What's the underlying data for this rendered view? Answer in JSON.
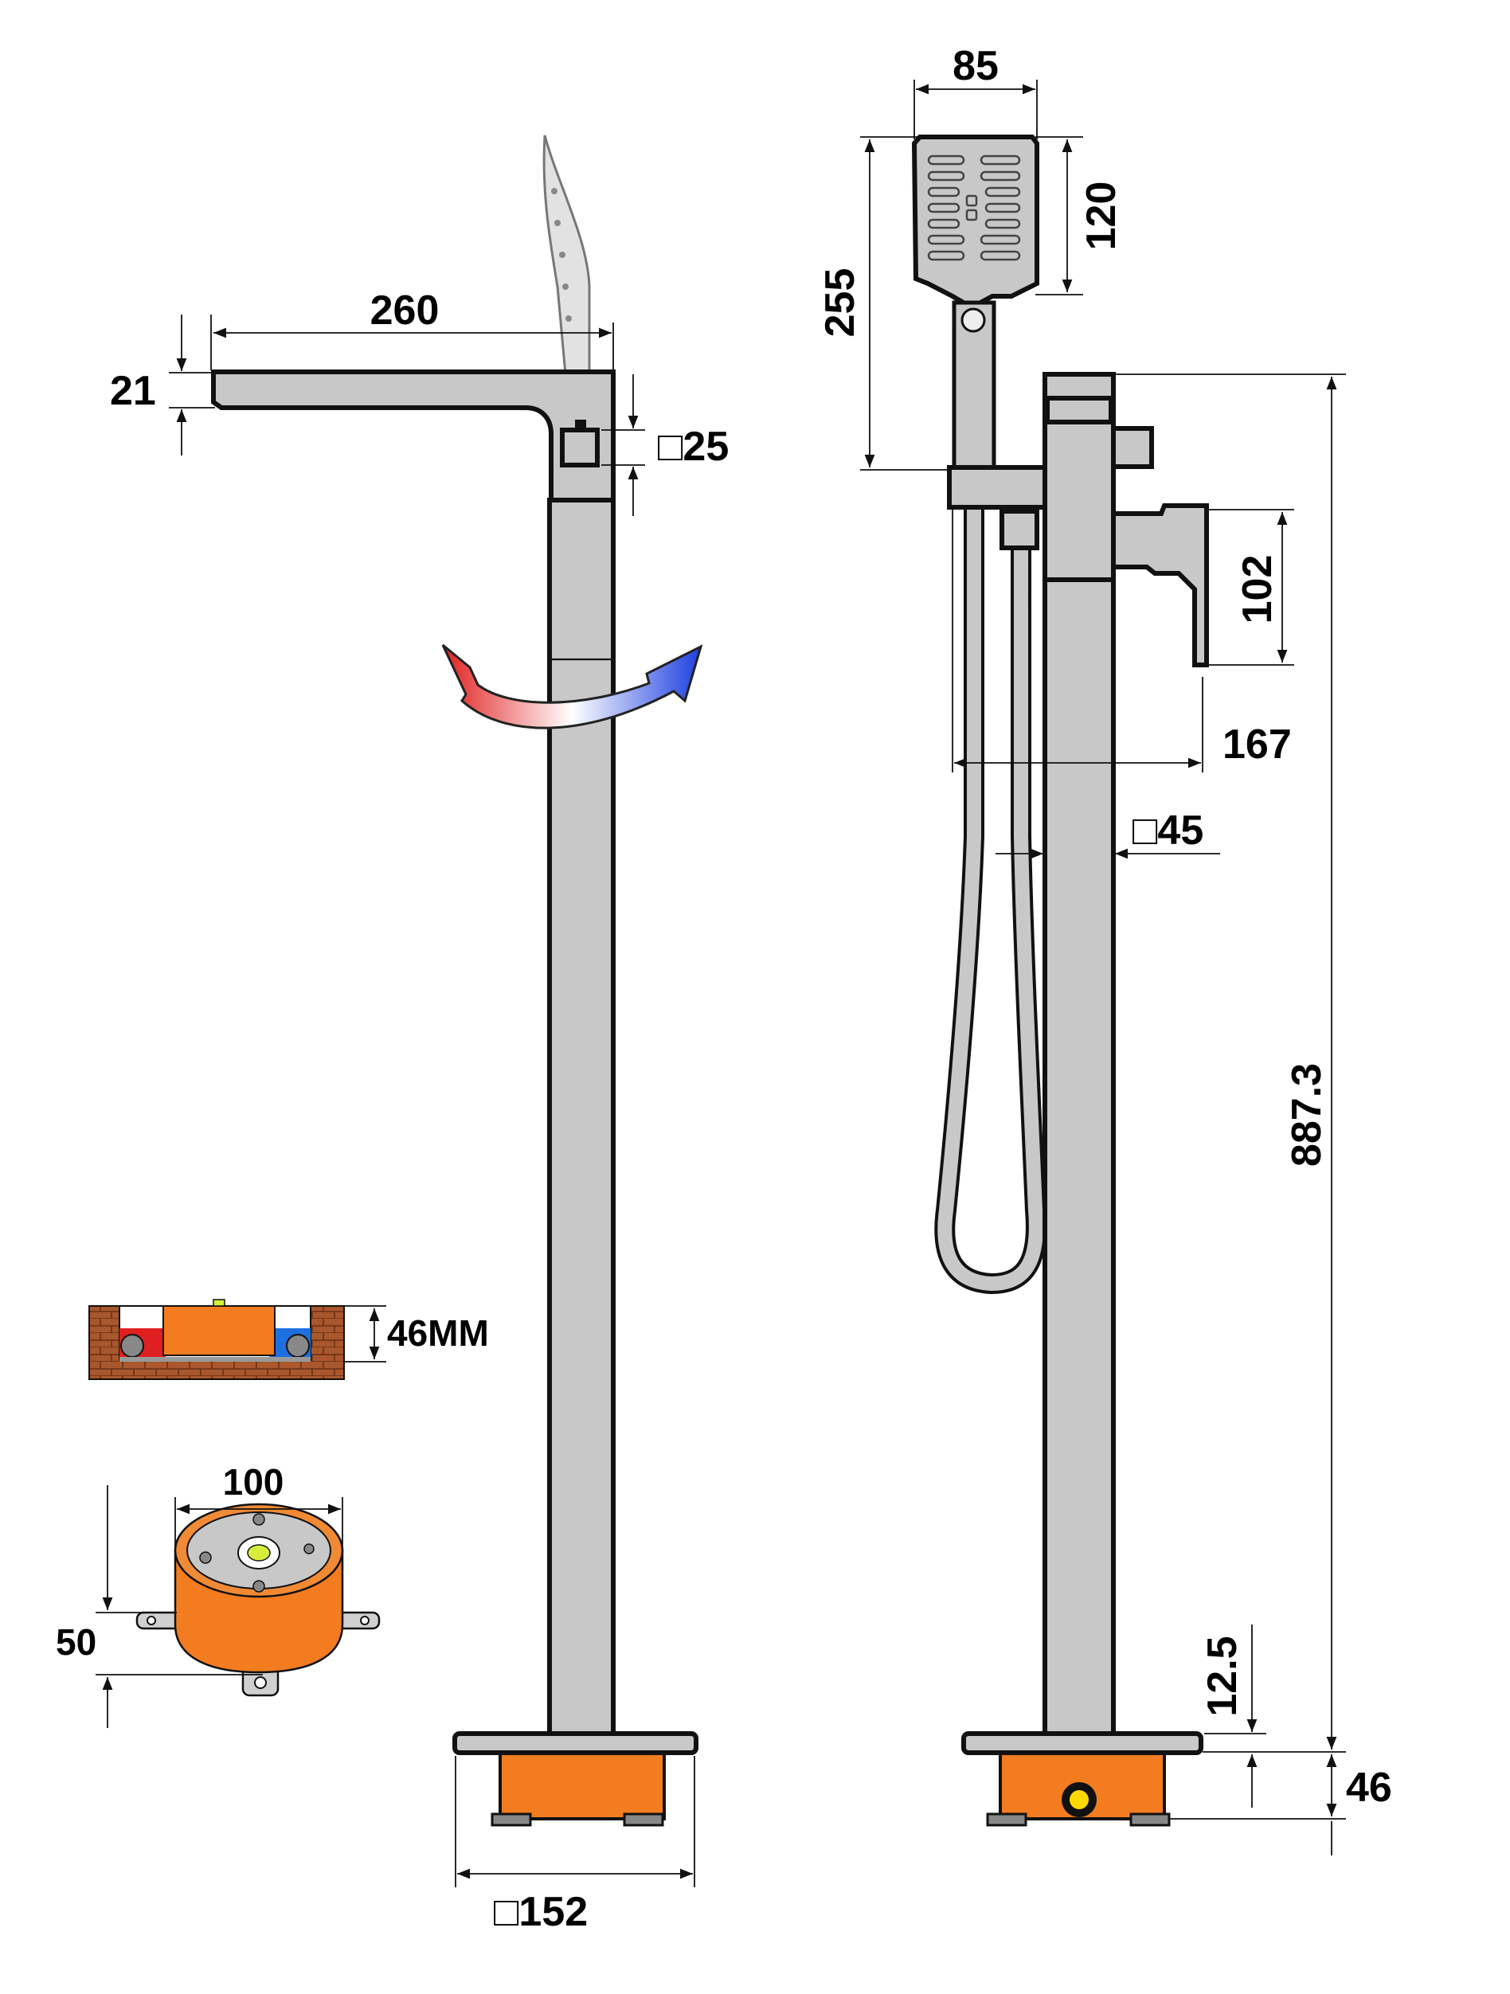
{
  "colors": {
    "body": "#c8c8c8",
    "outline": "#111111",
    "valve_body": "#f47c20",
    "hot": "#e02020",
    "cold": "#1e6fe0",
    "brick": "#a0522d",
    "level_bubble": "#d7ef3c"
  },
  "icons": {
    "hot_cold_arrow": "double-headed-arc-arrow",
    "square_symbol": "□"
  },
  "dimensions": {
    "spout_length": "260",
    "spout_thickness": "21",
    "lever_square": "□25",
    "handshower_width": "85",
    "handshower_head_height": "120",
    "handshower_length": "255",
    "handle_height": "102",
    "overall_depth": "167",
    "column_square": "□45",
    "overall_height": "887.3",
    "flange_thickness": "12.5",
    "base_height": "46",
    "base_square": "□152",
    "recess_depth": "46MM",
    "valve_diameter": "100",
    "valve_height": "50"
  }
}
